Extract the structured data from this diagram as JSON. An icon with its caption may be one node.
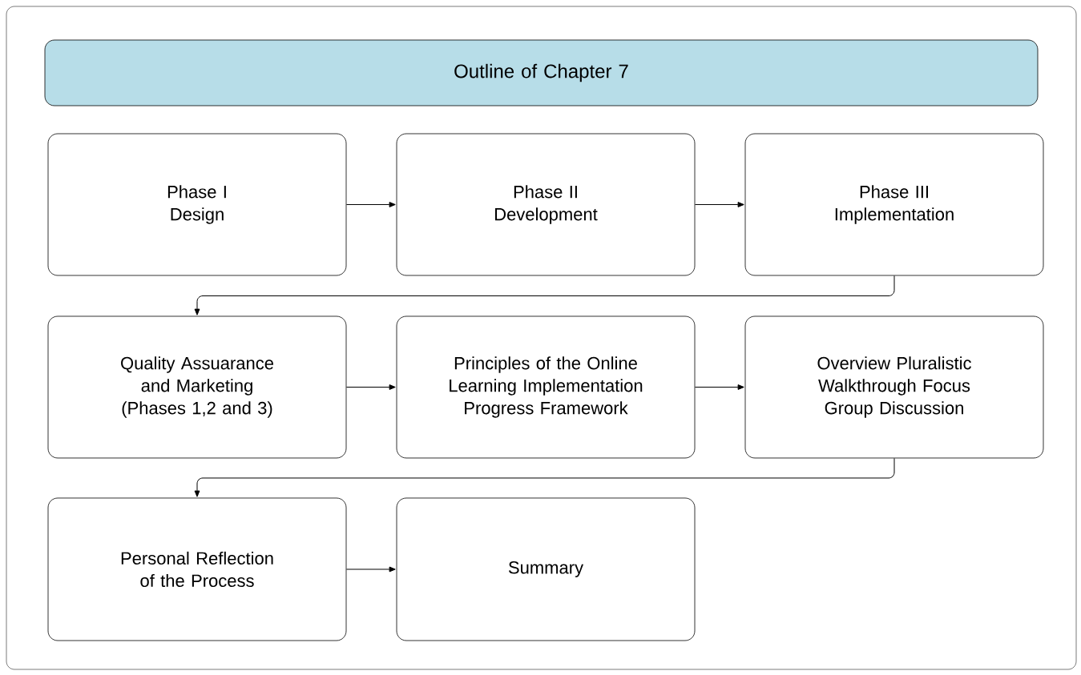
{
  "diagram": {
    "nodes": [
      {
        "text": [
          "Outline of Chapter 7"
        ]
      },
      {
        "text": [
          "Phase I",
          "Design"
        ]
      },
      {
        "text": [
          "Phase II",
          "Development"
        ]
      },
      {
        "text": [
          "Phase III",
          "Implementation"
        ]
      },
      {
        "text": [
          "Quality Assuarance and Marketing",
          "(Phases 1,2 and 3)"
        ]
      },
      {
        "text": [
          "Principles of the Online Learning Implementation Progress Framework"
        ]
      },
      {
        "text": [
          "Overview Pluralistic Walkthrough Focus Group Discussion"
        ]
      },
      {
        "text": [
          "Personal Reflection of the Process"
        ]
      },
      {
        "text": [
          "Summary"
        ]
      }
    ],
    "edges": [
      {
        "from": 1,
        "to": 2,
        "arrow": "to"
      },
      {
        "from": 2,
        "to": 3,
        "arrow": "to"
      },
      {
        "from": 3,
        "to": 4,
        "arrow": "to"
      },
      {
        "from": 4,
        "to": 5,
        "arrow": "to"
      },
      {
        "from": 5,
        "to": 6,
        "arrow": "to"
      },
      {
        "from": 6,
        "to": 7,
        "arrow": "to"
      },
      {
        "from": 7,
        "to": 8,
        "arrow": "to"
      }
    ]
  }
}
